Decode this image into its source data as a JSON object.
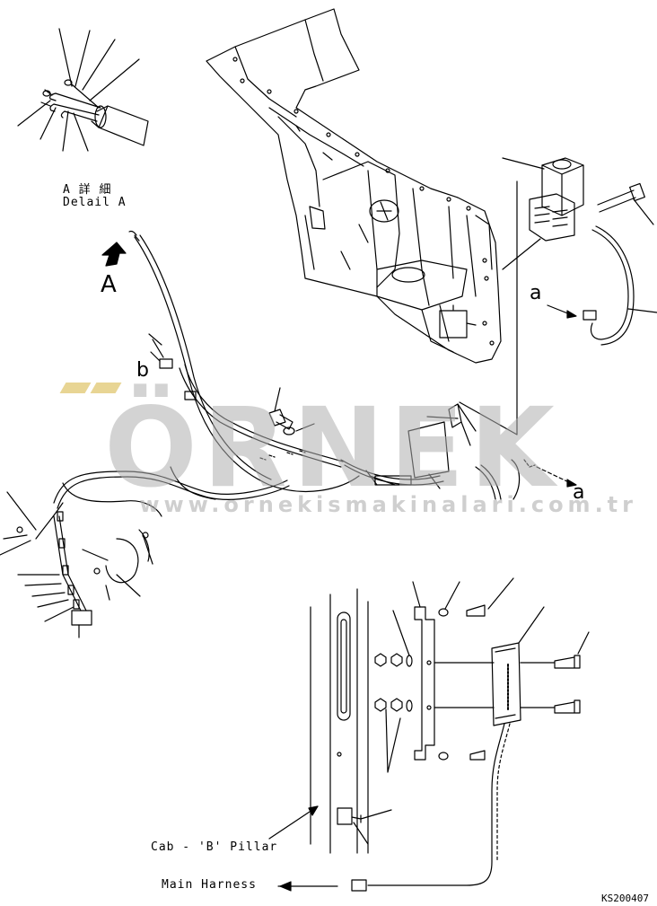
{
  "labels": {
    "detail_title_jp": "A 詳 細",
    "detail_title_en": "Delail A",
    "view_arrow_label": "A",
    "ref_b": "b",
    "ref_a_top": "a",
    "ref_a_bottom": "a",
    "cab_pillar": "Cab - 'B' Pillar",
    "main_harness": "Main Harness",
    "drawing_code": "KS200407"
  },
  "watermark": {
    "brand": "ÖRNEK",
    "url": "www.ornekismakinalari.com.tr"
  },
  "colors": {
    "line": "#000000",
    "watermark_gray": "#afafaf",
    "watermark_dots": "#dcbe5a"
  }
}
